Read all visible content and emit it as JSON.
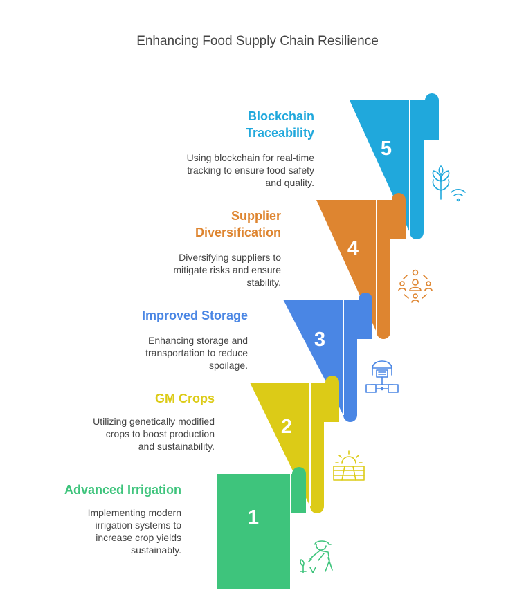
{
  "title": "Enhancing Food Supply Chain Resilience",
  "colors": {
    "step1": "#3ec47c",
    "step2": "#dccb17",
    "step3": "#4a86e4",
    "step4": "#de8530",
    "step5": "#20a8dc",
    "text": "#444444"
  },
  "steps": [
    {
      "number": "1",
      "heading": "Advanced Irrigation",
      "description": "Implementing modern irrigation systems to increase crop yields sustainably.",
      "icon": "farmer-watering-icon"
    },
    {
      "number": "2",
      "heading": "GM Crops",
      "description": "Utilizing genetically modified crops to boost production and sustainability.",
      "icon": "sun-over-field-icon"
    },
    {
      "number": "3",
      "heading": "Improved Storage",
      "description": "Enhancing storage and transportation to reduce spoilage.",
      "icon": "warehouse-network-icon"
    },
    {
      "number": "4",
      "heading": "Supplier Diversification",
      "description": "Diversifying suppliers to mitigate risks and ensure stability.",
      "icon": "people-network-icon"
    },
    {
      "number": "5",
      "heading": "Blockchain Traceability",
      "description": "Using blockchain for real-time tracking to ensure food safety and quality.",
      "icon": "plant-wifi-icon"
    }
  ]
}
